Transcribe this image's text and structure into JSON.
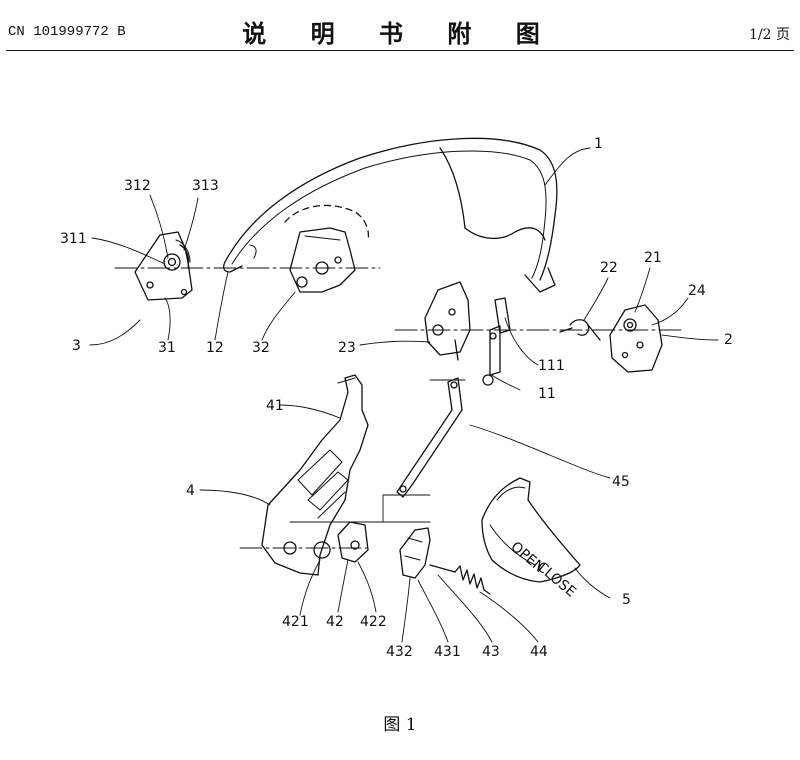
{
  "header": {
    "publication_number": "CN 101999772 B",
    "document_title": "说 明 书 附 图",
    "page": "1/2 页"
  },
  "figure": {
    "caption": "图 1",
    "reference_labels": {
      "l1": "1",
      "l312": "312",
      "l313": "313",
      "l311": "311",
      "l3": "3",
      "l31": "31",
      "l12": "12",
      "l32": "32",
      "l23": "23",
      "l111": "111",
      "l11": "11",
      "l22": "22",
      "l21": "21",
      "l24": "24",
      "l2": "2",
      "l41": "41",
      "l4": "4",
      "l45": "45",
      "l421": "421",
      "l42": "42",
      "l422": "422",
      "l432": "432",
      "l431": "431",
      "l43": "43",
      "l44": "44",
      "l5": "5"
    },
    "part_text": {
      "open": "OPEN",
      "close": "CLOSE"
    }
  }
}
